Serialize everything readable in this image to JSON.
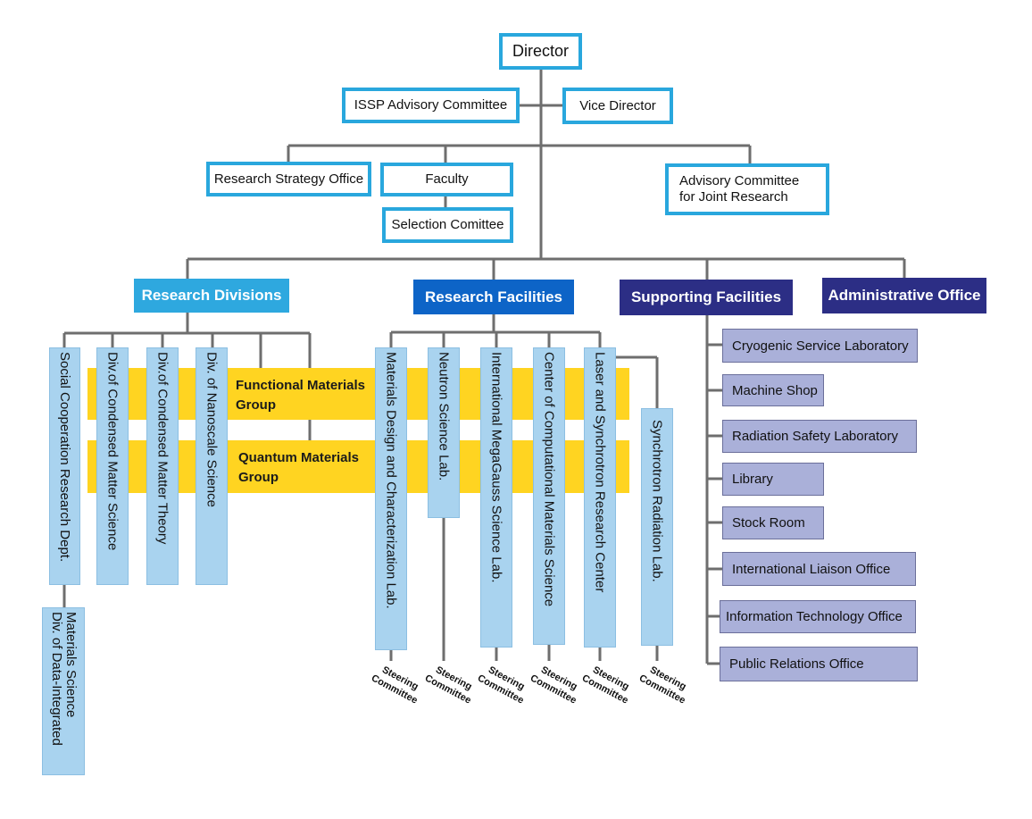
{
  "top": {
    "director": "Director",
    "vice_director": "Vice Director",
    "advisory_committee": "ISSP Advisory Committee",
    "strategy_office": "Research Strategy Office",
    "faculty": "Faculty",
    "selection_committee": "Selection Comittee",
    "joint_research_line1": "Advisory Committee",
    "joint_research_line2": "for Joint Research"
  },
  "categories": {
    "research_divisions": "Research Divisions",
    "research_facilities": "Research Facilities",
    "supporting_facilities": "Supporting Facilities",
    "administrative_office": "Administrative Office"
  },
  "divisions": {
    "social_cooperation": "Social Cooperation Research Dept.",
    "data_integrated_line1": "Div. of Data-Integrated",
    "data_integrated_line2": "Materials Science",
    "condensed_matter_science": "Div.of Condensed Matter Science",
    "condensed_matter_theory": "Div.of Condensed Matter Theory",
    "nanoscale_science": "Div. of Nanoscale Science"
  },
  "groups": {
    "functional_line1": "Functional Materials",
    "functional_line2": "Group",
    "quantum_line1": "Quantum Materials",
    "quantum_line2": "Group"
  },
  "facilities": {
    "materials_design": "Materials Design and Characterization Lab.",
    "neutron": "Neutron Science Lab.",
    "megagauss": "International MegaGauss Science Lab.",
    "computational": "Center of Computational Materials Science",
    "laser_synchrotron": "Laser and Synchrotron Research Center",
    "synchrotron_radiation": "Synchrotron Radiation Lab."
  },
  "steering": {
    "line1": "Steering",
    "line2": "Committee"
  },
  "supporting": [
    "Cryogenic Service Laboratory",
    "Machine Shop",
    "Radiation Safety Laboratory",
    "Library",
    "Stock Room",
    "International Liaison Office",
    "Information Technology Office",
    "Public Relations Office"
  ],
  "colors": {
    "outline": "#29a7dd",
    "line": "#6e6e6e",
    "divisions_header": "#2ea8df",
    "facilities_header": "#0d64c7",
    "supporting_header": "#2c2e85",
    "vertical_bar": "#a9d3ef",
    "group_band": "#ffd421",
    "supporting_box": "#aab0d9"
  }
}
